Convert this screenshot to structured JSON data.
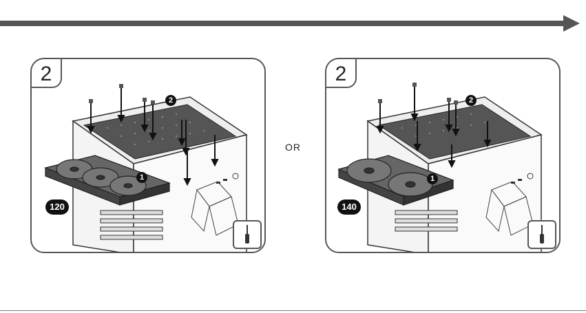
{
  "progress": {
    "color": "#555555"
  },
  "panels": [
    {
      "step": "2",
      "fan_size": "120",
      "callout_1": "1",
      "callout_2": "2",
      "tool": "screwdriver-icon"
    },
    {
      "step": "2",
      "fan_size": "140",
      "callout_1": "1",
      "callout_2": "2",
      "tool": "screwdriver-icon"
    }
  ],
  "separator": "OR"
}
